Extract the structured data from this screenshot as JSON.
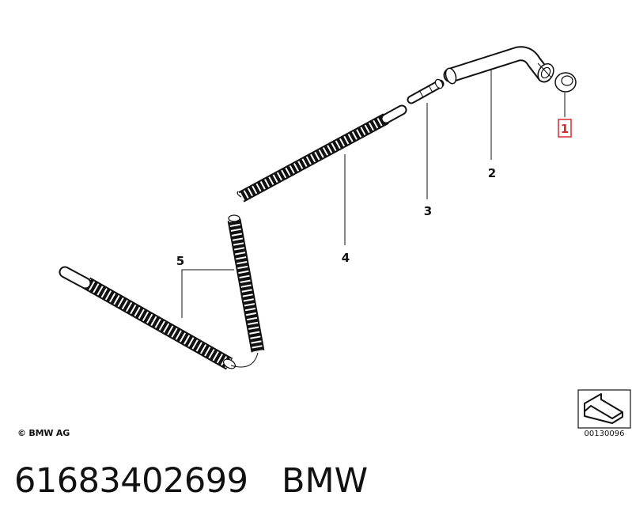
{
  "callouts": {
    "c1": "1",
    "c2": "2",
    "c3": "3",
    "c4": "4",
    "c5": "5"
  },
  "highlight_color": "#d92b2b",
  "copyright": "© BMW AG",
  "diagram_ref": "00130096",
  "part_number": "61683402699",
  "brand": "BMW",
  "icons": [
    "arrow-box-icon"
  ]
}
